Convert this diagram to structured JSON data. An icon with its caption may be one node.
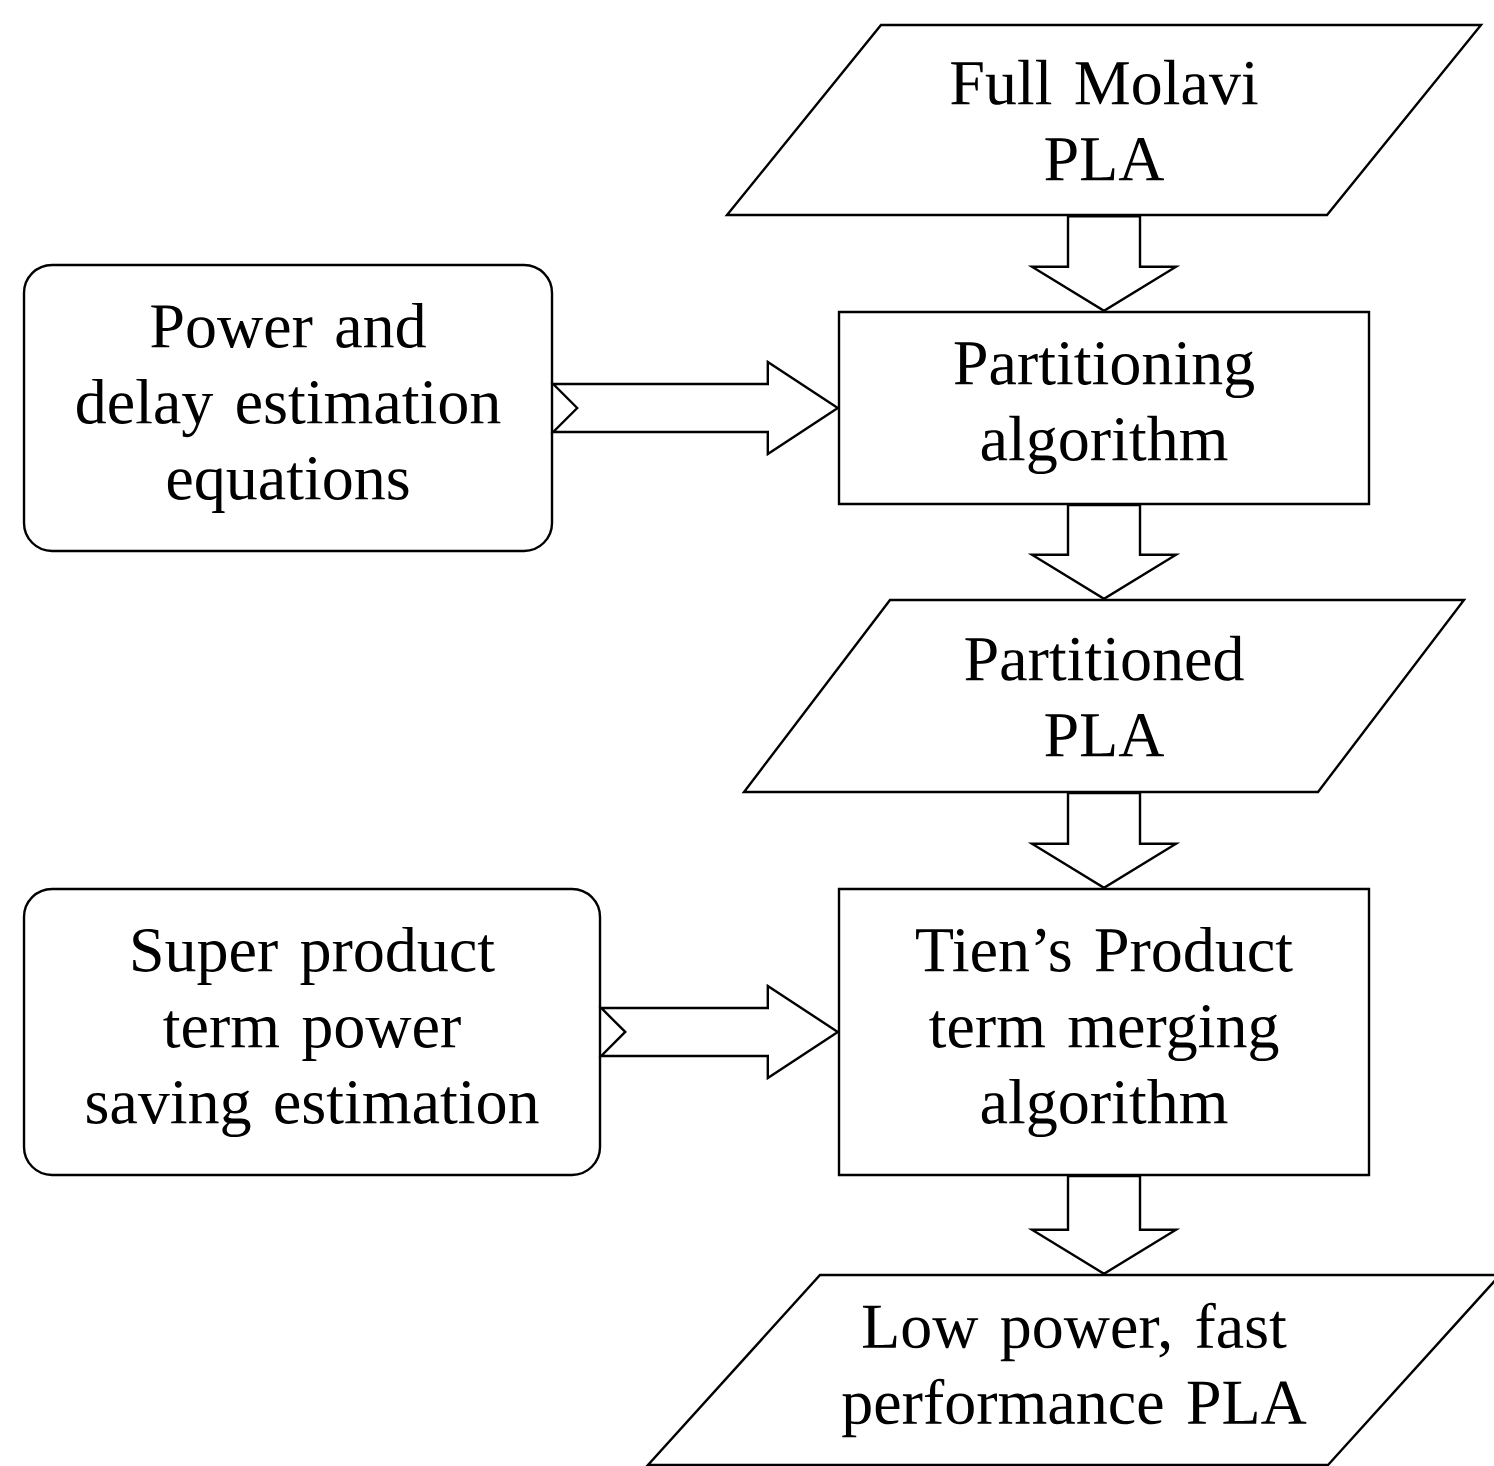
{
  "diagram": {
    "nodes": [
      {
        "text": [
          "Full Molavi PLA"
        ]
      },
      {
        "text": [
          "Power and delay estimation equations"
        ]
      },
      {
        "text": [
          "Partitioning algorithm"
        ]
      },
      {
        "text": [
          "Partitioned PLA"
        ]
      },
      {
        "text": [
          "Super product term power saving estimation"
        ]
      },
      {
        "text": [
          "Tien’s Product term merging algorithm"
        ]
      },
      {
        "text": [
          "Low power, fast performance PLA"
        ]
      }
    ],
    "edges": [
      {
        "from": 0,
        "to": 2,
        "arrow": "to"
      },
      {
        "from": 1,
        "to": 2,
        "arrow": "to"
      },
      {
        "from": 2,
        "to": 3,
        "arrow": "to"
      },
      {
        "from": 3,
        "to": 5,
        "arrow": "to"
      },
      {
        "from": 4,
        "to": 5,
        "arrow": "to"
      },
      {
        "from": 5,
        "to": 6,
        "arrow": "to"
      }
    ]
  }
}
